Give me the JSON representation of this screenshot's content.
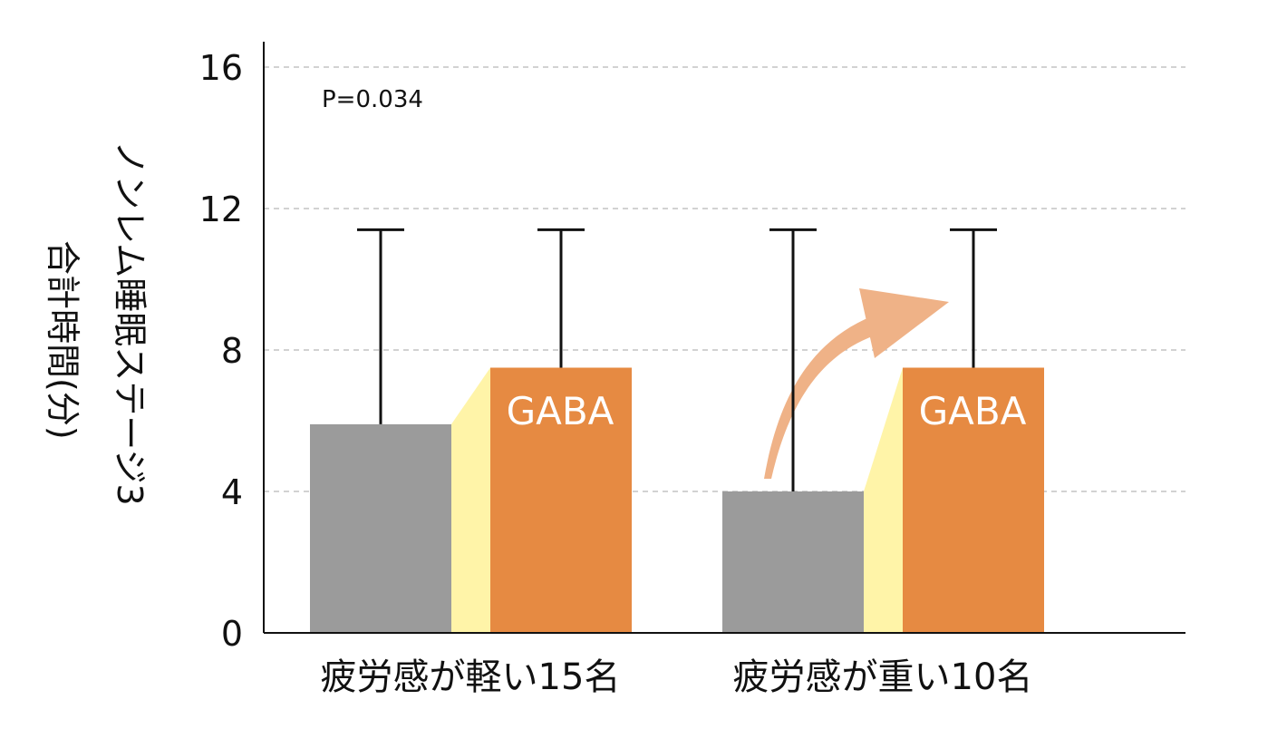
{
  "chart_data": {
    "type": "bar",
    "ylabel_line1": "ノンレム睡眠ステージ3",
    "ylabel_line2": "合計時間(分)",
    "annotation": "P=0.034",
    "ylim": [
      0,
      16
    ],
    "yticks": [
      "0",
      "4",
      "8",
      "12",
      "16"
    ],
    "grid": true,
    "categories": [
      "疲労感が軽い15名",
      "疲労感が重い10名"
    ],
    "series": [
      {
        "values": [
          5.9,
          4.0
        ],
        "error_upper": [
          11.4,
          11.4
        ],
        "color": "#9b9b9b"
      },
      {
        "name": "GABA",
        "values": [
          7.5,
          7.5
        ],
        "error_upper": [
          11.4,
          11.4
        ],
        "color": "#e68a42"
      }
    ],
    "bar_labels": [
      "GABA",
      "GABA"
    ],
    "connector_color": "#fff4a8",
    "arrow_color": "#efb287"
  }
}
